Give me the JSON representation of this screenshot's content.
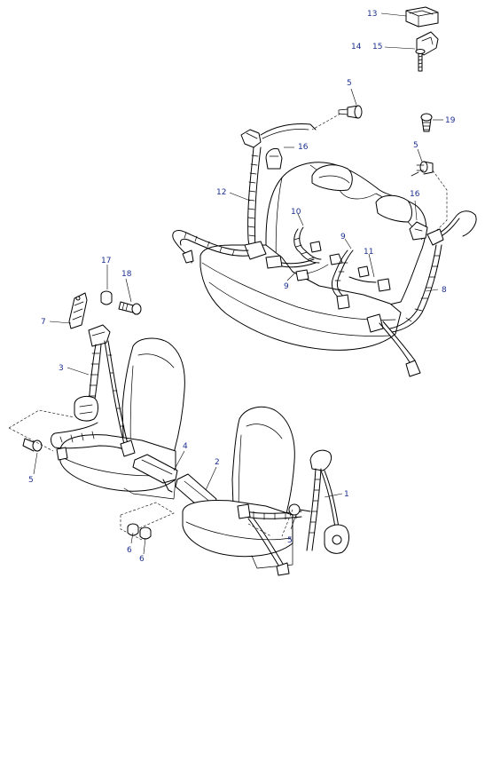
{
  "diagram": {
    "callouts": [
      {
        "id": "c13",
        "label": "13"
      },
      {
        "id": "c14",
        "label": "14"
      },
      {
        "id": "c15",
        "label": "15"
      },
      {
        "id": "c5a",
        "label": "5"
      },
      {
        "id": "c19",
        "label": "19"
      },
      {
        "id": "c5b",
        "label": "5"
      },
      {
        "id": "c16a",
        "label": "16"
      },
      {
        "id": "c12",
        "label": "12"
      },
      {
        "id": "c16b",
        "label": "16"
      },
      {
        "id": "c10",
        "label": "10"
      },
      {
        "id": "c9a",
        "label": "9"
      },
      {
        "id": "c11",
        "label": "11"
      },
      {
        "id": "c9b",
        "label": "9"
      },
      {
        "id": "c8",
        "label": "8"
      },
      {
        "id": "c17",
        "label": "17"
      },
      {
        "id": "c18",
        "label": "18"
      },
      {
        "id": "c7",
        "label": "7"
      },
      {
        "id": "c3",
        "label": "3"
      },
      {
        "id": "c4",
        "label": "4"
      },
      {
        "id": "c2",
        "label": "2"
      },
      {
        "id": "c1",
        "label": "1"
      },
      {
        "id": "c5c",
        "label": "5"
      },
      {
        "id": "c5d",
        "label": "5"
      },
      {
        "id": "c6a",
        "label": "6"
      },
      {
        "id": "c6b",
        "label": "6"
      }
    ]
  }
}
